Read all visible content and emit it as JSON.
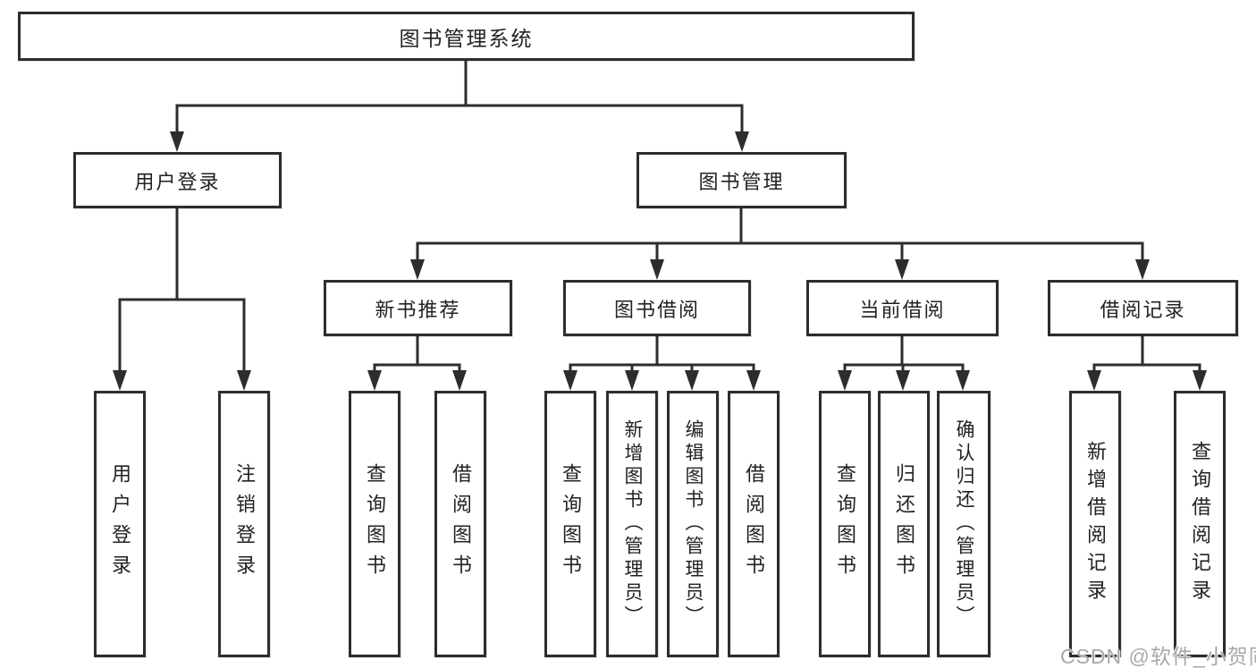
{
  "diagram": {
    "root": {
      "label": "图书管理系统"
    },
    "level2": [
      {
        "label": "用户登录",
        "parent": "图书管理系统"
      },
      {
        "label": "图书管理",
        "parent": "图书管理系统"
      }
    ],
    "level3": [
      {
        "label": "新书推荐",
        "parent": "图书管理"
      },
      {
        "label": "图书借阅",
        "parent": "图书管理"
      },
      {
        "label": "当前借阅",
        "parent": "图书管理"
      },
      {
        "label": "借阅记录",
        "parent": "图书管理"
      }
    ],
    "leaves": [
      {
        "label": "用户登录",
        "parent": "用户登录"
      },
      {
        "label": "注销登录",
        "parent": "用户登录"
      },
      {
        "label": "查询图书",
        "parent": "新书推荐"
      },
      {
        "label": "借阅图书",
        "parent": "新书推荐"
      },
      {
        "label": "查询图书",
        "parent": "图书借阅"
      },
      {
        "label": "新增图书（管理员）",
        "parent": "图书借阅"
      },
      {
        "label": "编辑图书（管理员）",
        "parent": "图书借阅"
      },
      {
        "label": "借阅图书",
        "parent": "图书借阅"
      },
      {
        "label": "查询图书",
        "parent": "当前借阅"
      },
      {
        "label": "归还图书",
        "parent": "当前借阅"
      },
      {
        "label": "确认归还（管理员）",
        "parent": "当前借阅"
      },
      {
        "label": "新增借阅记录",
        "parent": "借阅记录"
      },
      {
        "label": "查询借阅记录",
        "parent": "借阅记录"
      }
    ],
    "colors": {
      "line": "#2d2d2d",
      "box_border": "#2d2d2d",
      "box_fill": "#ffffff",
      "text": "#222222"
    }
  },
  "watermark": {
    "text": "CSDN @软件_小贺同学",
    "color": "#a8a8a8"
  }
}
